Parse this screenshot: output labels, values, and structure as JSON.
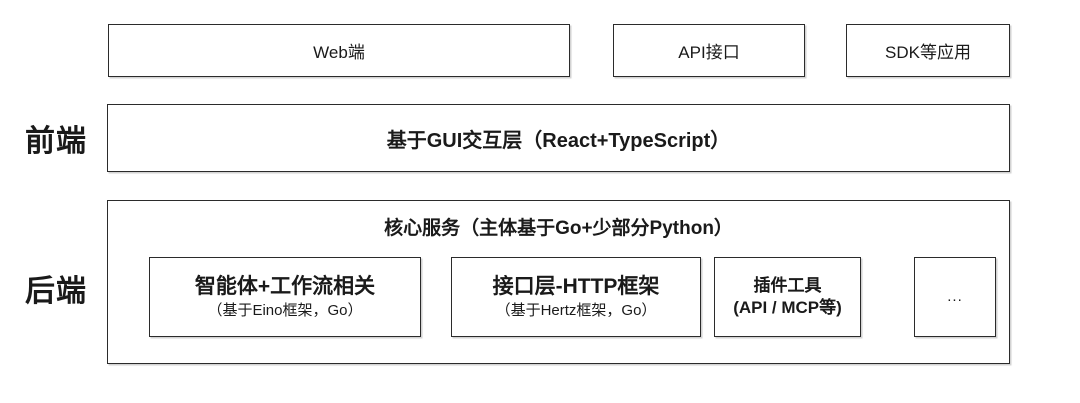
{
  "colors": {
    "background": "#ffffff",
    "border": "#2b2b2b",
    "text": "#1a1a1a"
  },
  "section_labels": {
    "frontend": "前端",
    "backend": "后端"
  },
  "top_row": {
    "boxes": [
      {
        "label": "Web端"
      },
      {
        "label": "API接口"
      },
      {
        "label": "SDK等应用"
      }
    ]
  },
  "frontend_layer": {
    "title": "基于GUI交互层（React+TypeScript）"
  },
  "backend_layer": {
    "title": "核心服务（主体基于Go+少部分Python）",
    "modules": [
      {
        "title": "智能体+工作流相关",
        "subtitle": "（基于Eino框架，Go）"
      },
      {
        "title": "接口层-HTTP框架",
        "subtitle": "（基于Hertz框架，Go）"
      },
      {
        "title": "插件工具",
        "subtitle": "(API / MCP等)"
      },
      {
        "title": "..."
      }
    ]
  }
}
